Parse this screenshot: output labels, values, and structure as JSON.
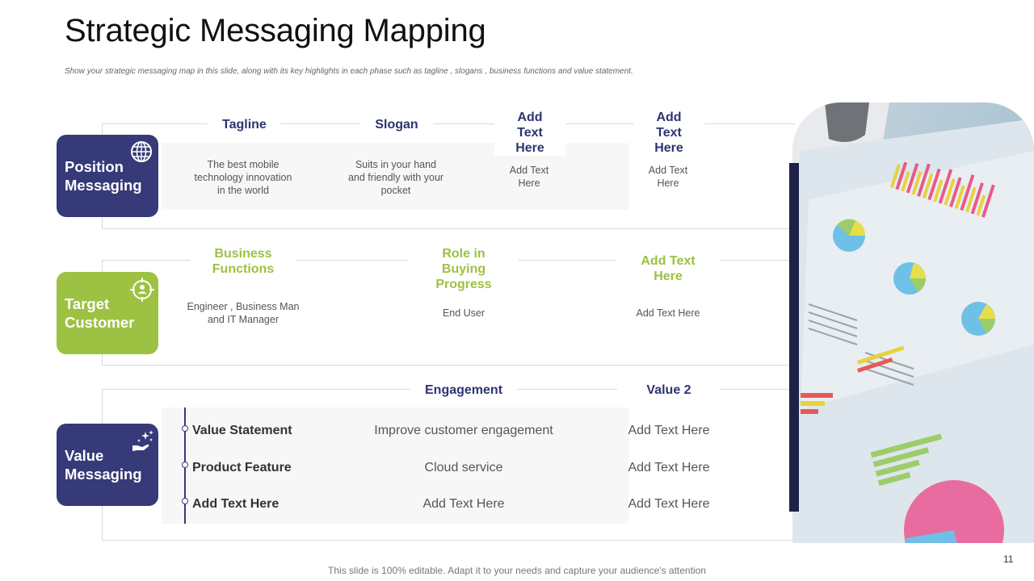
{
  "title": "Strategic Messaging Mapping",
  "subtitle": "Show your strategic messaging map in this slide, along with its key highlights in each phase such as tagline , slogans , business functions and value statement.",
  "colors": {
    "navy": "#363a78",
    "green": "#9dc143",
    "accent_bar": "#1e2148"
  },
  "position": {
    "badge": "Position Messaging",
    "badge_icon": "globe-icon",
    "headers": [
      "Tagline",
      "Slogan",
      "Add Text Here",
      "Add Text Here"
    ],
    "cells": [
      "The best mobile technology innovation in the world",
      "Suits in your hand and friendly with your pocket",
      "Add Text Here",
      "Add Text Here"
    ]
  },
  "target": {
    "badge": "Target Customer",
    "badge_icon": "target-user-icon",
    "headers": [
      "Business Functions",
      "Role in Buying Progress",
      "Add Text Here"
    ],
    "cells": [
      "Engineer , Business Man and IT Manager",
      "End User",
      "Add Text Here"
    ]
  },
  "value": {
    "badge": "Value Messaging",
    "badge_icon": "hand-sparkle-icon",
    "headers": [
      "Engagement",
      "Value 2"
    ],
    "rows": [
      {
        "label": "Value Statement",
        "v1": "Improve customer engagement",
        "v2": "Add Text Here"
      },
      {
        "label": "Product Feature",
        "v1": "Cloud service",
        "v2": "Add Text Here"
      },
      {
        "label": "Add Text Here",
        "v1": "Add Text Here",
        "v2": "Add Text Here"
      }
    ]
  },
  "page_number": "11",
  "footer": "This slide is 100% editable. Adapt it to your needs and capture your audience's attention"
}
